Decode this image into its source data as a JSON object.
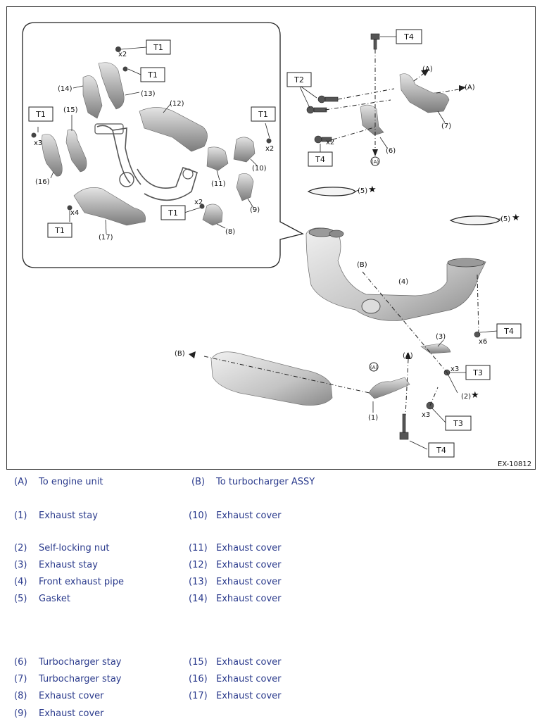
{
  "figure_code": "EX-10812",
  "callouts": {
    "A": "(A)",
    "B": "(B)",
    "c1": "(1)",
    "c2": "(2)",
    "c3": "(3)",
    "c4": "(4)",
    "c5": "(5)",
    "c6": "(6)",
    "c7": "(7)",
    "c8": "(8)",
    "c9": "(9)",
    "c10": "(10)",
    "c11": "(11)",
    "c12": "(12)",
    "c13": "(13)",
    "c14": "(14)",
    "c15": "(15)",
    "c16": "(16)",
    "c17": "(17)",
    "x2": "x2",
    "x3": "x3",
    "x4": "x4",
    "x6": "x6",
    "T1": "T1",
    "T2": "T2",
    "T3": "T3",
    "T4": "T4",
    "star": "★"
  },
  "legend": {
    "left": [
      {
        "key": "(A)",
        "text": "To engine unit"
      },
      {
        "key": "(1)",
        "text": "Exhaust stay"
      },
      {
        "key": "(2)",
        "text": "Self-locking nut"
      },
      {
        "key": "(3)",
        "text": "Exhaust stay"
      },
      {
        "key": "(4)",
        "text": "Front exhaust pipe"
      },
      {
        "key": "(5)",
        "text": "Gasket"
      },
      {
        "key": "(6)",
        "text": "Turbocharger stay"
      },
      {
        "key": "(7)",
        "text": "Turbocharger stay"
      },
      {
        "key": "(8)",
        "text": "Exhaust cover"
      },
      {
        "key": "(9)",
        "text": "Exhaust cover"
      }
    ],
    "right": [
      {
        "key": "(B)",
        "text": "To turbocharger ASSY"
      },
      {
        "key": "(10)",
        "text": "Exhaust cover"
      },
      {
        "key": "(11)",
        "text": "Exhaust cover"
      },
      {
        "key": "(12)",
        "text": "Exhaust cover"
      },
      {
        "key": "(13)",
        "text": "Exhaust cover"
      },
      {
        "key": "(14)",
        "text": "Exhaust cover"
      },
      {
        "key": "(15)",
        "text": "Exhaust cover"
      },
      {
        "key": "(16)",
        "text": "Exhaust cover"
      },
      {
        "key": "(17)",
        "text": "Exhaust cover"
      }
    ]
  },
  "colors": {
    "legend_text": "#2a3a8c",
    "part_fill": "#b8b8b8",
    "part_dark": "#7a7a7a",
    "line": "#222222"
  }
}
